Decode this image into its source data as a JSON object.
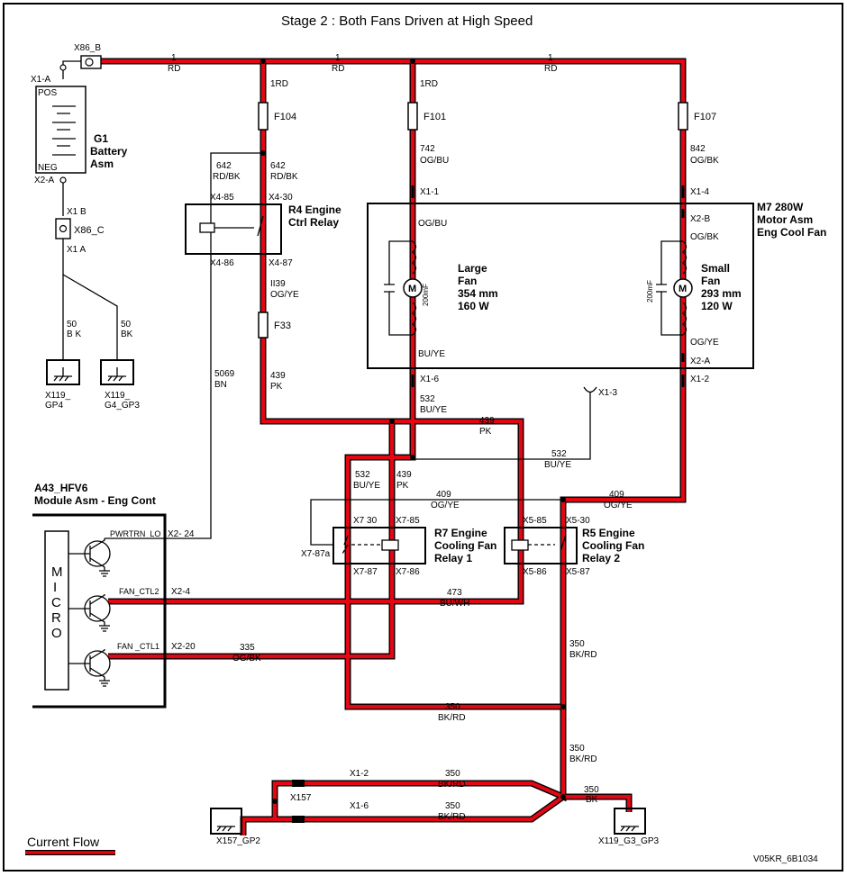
{
  "title": "Stage 2 : Both Fans Driven at High Speed",
  "footer": {
    "legend": "Current Flow",
    "code": "V05KR_6B1034"
  },
  "battery": {
    "name": "G1",
    "line1": "Battery",
    "line2": "Asm",
    "pos": "POS",
    "neg": "NEG",
    "top_conn": "X1-A",
    "bot_conn": "X2-A"
  },
  "connectors": {
    "x86b": "X86_B",
    "x86c": "X86_C",
    "x1b": "X1 B",
    "x1a": "X1 A"
  },
  "grounds": {
    "g1": "X119_",
    "g1b": "GP4",
    "g2": "X119_",
    "g2b": "G4_GP3",
    "g3": "X157_GP2",
    "g4": "X119_G3_GP3"
  },
  "wires": {
    "w1a_num": "1",
    "w1a_col": "RD",
    "w1b_num": "1",
    "w1b_col": "RD",
    "w1c_num": "1",
    "w1c_col": "RD",
    "rd1": "1RD",
    "rd2": "1RD",
    "w642a": "642",
    "w642a_col": "RD/BK",
    "w642b": "642",
    "w642b_col": "RD/BK",
    "w742": "742",
    "w742_col": "OG/BU",
    "w842": "842",
    "w842_col": "OG/BK",
    "w50a": "50",
    "w50a_col": "B K",
    "w50b": "50",
    "w50b_col": "BK",
    "w1139": "II39",
    "w1139_col": "OG/YE",
    "w5069": "5069",
    "w5069_col": "BN",
    "w439": "439",
    "w439_col": "PK",
    "w532": "532",
    "w532_col": "BU/YE",
    "w439b": "439",
    "w439b_col": "PK",
    "w532b": "532",
    "w532b_col": "BU/YE",
    "w532c": "532",
    "w532c_col": "BU/YE",
    "w439c": "439",
    "w439c_col": "PK",
    "w409a": "409",
    "w409a_col": "OG/YE",
    "w409b": "409",
    "w409b_col": "OG/YE",
    "w473": "473",
    "w473_col": "BU/WH",
    "w335": "335",
    "w335_col": "OG/BK",
    "w350a": "350",
    "w350a_col": "BK/RD",
    "w350b": "350",
    "w350b_col": "BK/RD",
    "w350c": "350",
    "w350c_col": "BK/RD",
    "w350d": "350",
    "w350d_col": "BK/RD",
    "w350e": "350",
    "w350e_col": "BK/RD",
    "w350f": "350",
    "w350f_col": "BK"
  },
  "fuses": {
    "f104": "F104",
    "f101": "F101",
    "f107": "F107",
    "f33": "F33"
  },
  "relay_r4": {
    "l1": "R4 Engine",
    "l2": "Ctrl Relay",
    "p85": "X4-85",
    "p30": "X4-30",
    "p86": "X4-86",
    "p87": "X4-87"
  },
  "motor": {
    "l1": "M7 280W",
    "l2": "Motor Asm",
    "l3": "Eng Cool Fan",
    "x11": "X1-1",
    "x14": "X1-4",
    "x2b": "X2-B",
    "x16": "X1-6",
    "x12": "X1-2",
    "x2a": "X2-A",
    "x13": "X1-3",
    "og_bu": "OG/BU",
    "og_bk": "OG/BK",
    "bu_ye": "BU/YE",
    "og_ye": "OG/YE",
    "large1": "Large",
    "large2": "Fan",
    "large3": "354 mm",
    "large4": "160 W",
    "small1": "Small",
    "small2": "Fan",
    "small3": "293 mm",
    "small4": "120 W",
    "cap1": "200mF",
    "cap2": "200mF",
    "m": "M"
  },
  "module": {
    "l1": "A43_HFV6",
    "l2": "Module Asm - Eng Cont",
    "micro": "MICRO",
    "pwr": "PWRTRN_LO",
    "fan2": "FAN_CTL2",
    "fan1": "FAN _CTL1",
    "p24": "X2- 24",
    "p4": "X2-4",
    "p20": "X2-20"
  },
  "relay_r7": {
    "l1": "R7 Engine",
    "l2": "Cooling Fan",
    "l3": "Relay 1",
    "p30": "X7 30",
    "p85": "X7-85",
    "p87a": "X7-87a",
    "p87": "X7-87",
    "p86": "X7-86"
  },
  "relay_r5": {
    "l1": "R5 Engine",
    "l2": "Cooling Fan",
    "l3": "Relay 2",
    "p85": "X5-85",
    "p30": "X5-30",
    "p86": "X5-86",
    "p87": "X5-87"
  },
  "splice": {
    "name": "X157",
    "a": "X1-2",
    "b": "X1-6"
  }
}
